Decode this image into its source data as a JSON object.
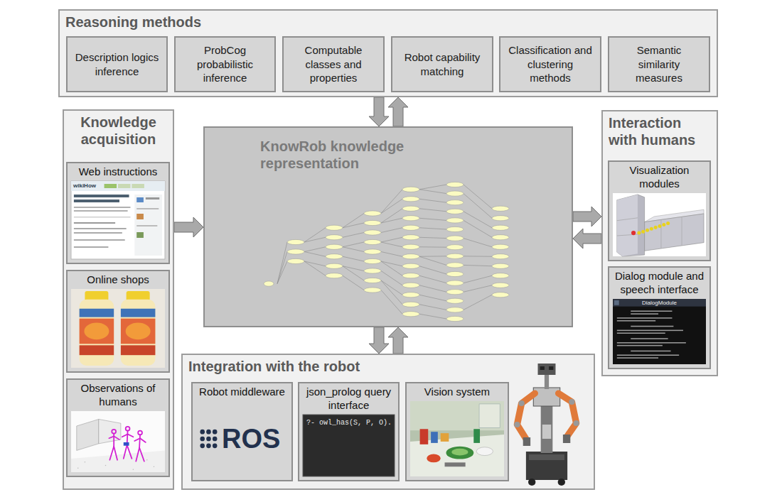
{
  "diagram": {
    "nodes": [
      {
        "text": [
          "Reasoning methods"
        ]
      },
      {
        "text": [
          "Description logics inference"
        ],
        "in": 0
      },
      {
        "text": [
          "ProbCog probabilistic inference"
        ],
        "in": 0
      },
      {
        "text": [
          "Computable classes and properties"
        ],
        "in": 0
      },
      {
        "text": [
          "Robot capability matching"
        ],
        "in": 0
      },
      {
        "text": [
          "Classification and clustering methods"
        ],
        "in": 0
      },
      {
        "text": [
          "Semantic similarity measures"
        ],
        "in": 0
      },
      {
        "text": [
          "Knowledge acquisition"
        ]
      },
      {
        "text": [
          "Web instructions"
        ],
        "in": 7
      },
      {
        "text": [
          "Online shops"
        ],
        "in": 7
      },
      {
        "text": [
          "Observations of humans"
        ],
        "in": 7
      },
      {
        "text": [
          "KnowRob knowledge representation"
        ]
      },
      {
        "text": [
          "Interaction with humans"
        ]
      },
      {
        "text": [
          "Visualization modules"
        ],
        "in": 12
      },
      {
        "text": [
          "Dialog module and speech interface"
        ],
        "in": 12
      },
      {
        "text": [
          "Integration with the robot"
        ]
      },
      {
        "text": [
          "Robot middleware"
        ],
        "in": 15
      },
      {
        "text": [
          "json_prolog query interface"
        ],
        "in": 15
      },
      {
        "text": [
          "Vision system"
        ],
        "in": 15
      }
    ],
    "edges": [
      {
        "from": 0,
        "to": 11,
        "arrow": "to"
      },
      {
        "from": 11,
        "to": 0,
        "arrow": "to"
      },
      {
        "from": 7,
        "to": 11,
        "arrow": "to"
      },
      {
        "from": 11,
        "to": 12,
        "arrow": "to"
      },
      {
        "from": 12,
        "to": 11,
        "arrow": "to"
      },
      {
        "from": 11,
        "to": 15,
        "arrow": "to"
      },
      {
        "from": 15,
        "to": 11,
        "arrow": "to"
      }
    ],
    "labels": [
      "wikiHow",
      "DialogModule",
      "ROS",
      "?- owl_has(S, P, O)."
    ]
  }
}
